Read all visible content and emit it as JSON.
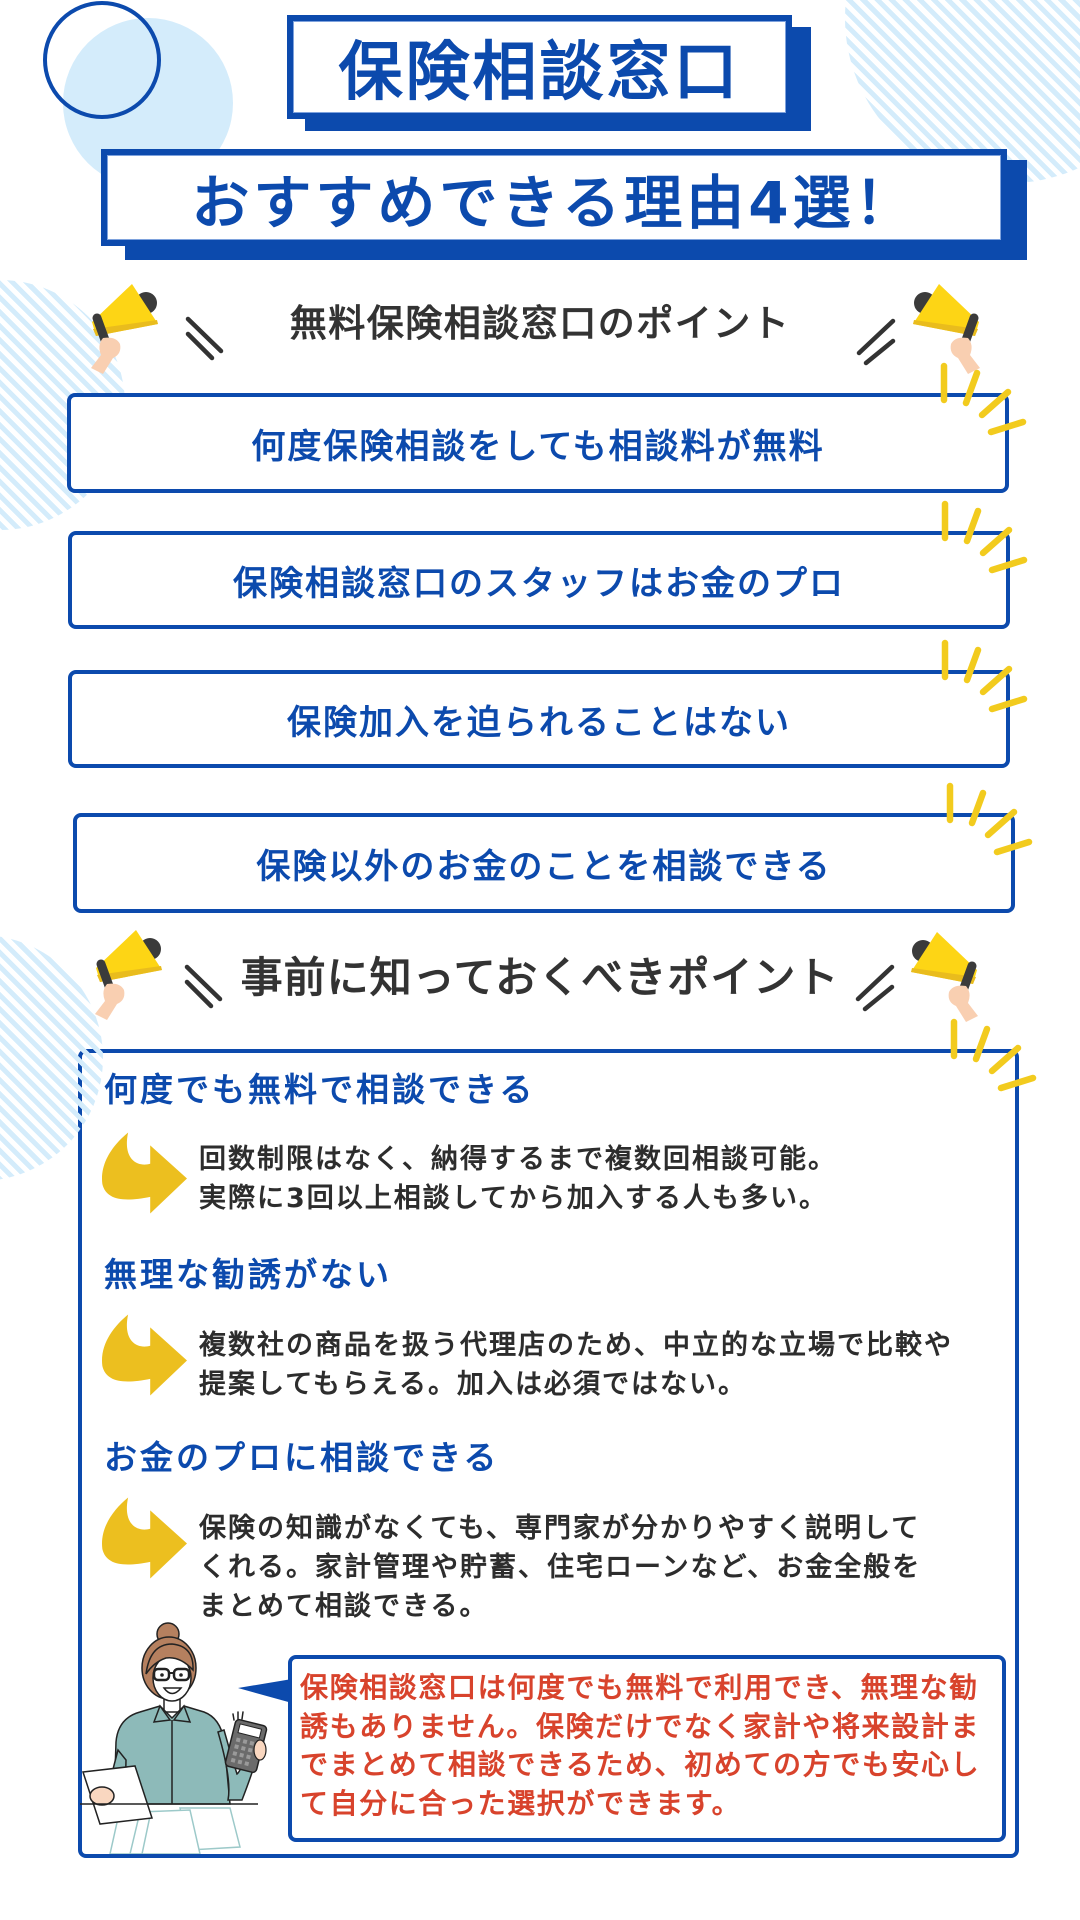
{
  "header": {
    "title": "保険相談窓口",
    "subtitle": "おすすめできる理由4選！"
  },
  "points_section": {
    "heading": "無料保険相談窓口のポイント",
    "reasons": [
      "何度保険相談をしても相談料が無料",
      "保険相談窓口のスタッフはお金のプロ",
      "保険加入を迫られることはない",
      "保険以外のお金のことを相談できる"
    ]
  },
  "advance_section": {
    "heading": "事前に知っておくべきポイント",
    "items": [
      {
        "title": "何度でも無料で相談できる",
        "lines": [
          "回数制限はなく、納得するまで複数回相談可能。",
          "実際に3回以上相談してから加入する人も多い。"
        ]
      },
      {
        "title": "無理な勧誘がない",
        "lines": [
          "複数社の商品を扱う代理店のため、中立的な立場で比較や",
          "提案してもらえる。加入は必須ではない。"
        ]
      },
      {
        "title": "お金のプロに相談できる",
        "lines": [
          "保険の知識がなくても、専門家が分かりやすく説明して",
          "くれる。家計管理や貯蓄、住宅ローンなど、お金全般を",
          "まとめて相談できる。"
        ]
      }
    ],
    "summary": {
      "lines": [
        "保険相談窓口は何度でも無料で利用でき、無理な勧",
        "誘もありません。保険だけでなく家計や将来設計ま",
        "でまとめて相談できるため、初めての方でも安心し",
        "て自分に合った選択ができます。"
      ]
    }
  },
  "icons": {
    "megaphone": "megaphone-icon",
    "emphasis_burst": "emphasis-burst-icon",
    "speech_lines": "speech-lines-icon",
    "curved_arrow": "curved-arrow-right-icon",
    "advisor": "advisor-with-calculator-illustration"
  },
  "colors": {
    "primary_blue": "#0c4aad",
    "heading_text": "#333333",
    "body_text": "#2d2d2d",
    "summary_red": "#d8432c",
    "accent_yellow": "#f2cb1e",
    "decor_light_blue": "#d4ecfb"
  }
}
